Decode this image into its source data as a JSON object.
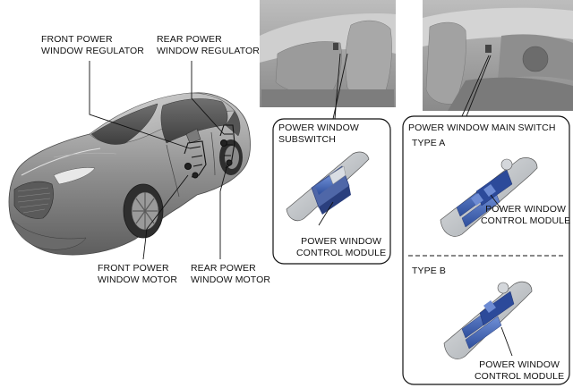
{
  "labels": {
    "front_regulator": [
      "FRONT POWER",
      "WINDOW REGULATOR"
    ],
    "rear_regulator": [
      "REAR POWER",
      "WINDOW REGULATOR"
    ],
    "front_motor": [
      "FRONT POWER",
      "WINDOW MOTOR"
    ],
    "rear_motor": [
      "REAR POWER",
      "WINDOW MOTOR"
    ],
    "subswitch": [
      "POWER WINDOW",
      "SUBSWITCH"
    ],
    "sub_module": [
      "POWER WINDOW",
      "CONTROL MODULE"
    ],
    "main_switch": "POWER WINDOW MAIN SWITCH",
    "type_a": "TYPE A",
    "type_b": "TYPE B",
    "module_a": [
      "POWER WINDOW",
      "CONTROL MODULE"
    ],
    "module_b": [
      "POWER WINDOW",
      "CONTROL MODULE"
    ]
  },
  "colors": {
    "module_blue": "#3b5fb0",
    "switch_grey": "#bfc3c7",
    "car_grey": "#9a9a9a",
    "line": "#111111"
  }
}
